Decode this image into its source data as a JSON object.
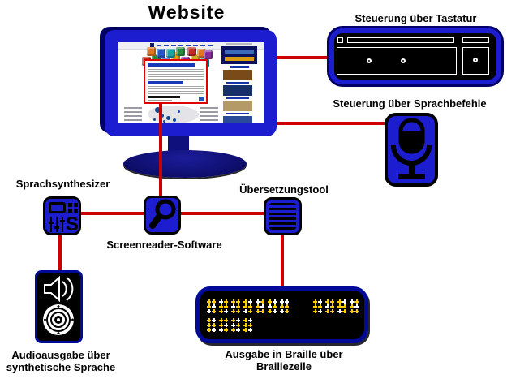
{
  "title": "Website",
  "colors": {
    "blue": "#1d1dd0",
    "navy": "#000066",
    "navy2": "#000a99",
    "red": "#cc0000",
    "yellow": "#ffcc00"
  },
  "nodes": {
    "keyboard": {
      "label": "Steuerung über Tastatur"
    },
    "voice": {
      "label": "Steuerung über Sprachbefehle"
    },
    "synth": {
      "label": "Sprachsynthesizer",
      "letter": "S"
    },
    "screenreader": {
      "label": "Screenreader-Software"
    },
    "translation": {
      "label": "Übersetzungstool"
    },
    "audio": {
      "label_line1": "Audioausgabe über",
      "label_line2": "synthetische Sprache"
    },
    "braille": {
      "label_line1": "Ausgabe in Braille über",
      "label_line2": "Braillezeile",
      "row1_group1": [
        "yyywwy",
        "wyyyyw",
        "yywyyy",
        "ywyywy",
        "wyywyy",
        "ywwyyw",
        "wwyywy"
      ],
      "row1_group2": [
        "ywyyyw",
        "yywyyy",
        "ywyywy",
        "wyywyy"
      ],
      "row2": [
        "ywyyyw",
        "yyywwy",
        "ywwyyw",
        "ywyyyw"
      ]
    }
  },
  "website": {
    "cube_colors": [
      "#c22a22",
      "#2a8c3a",
      "#2457c8",
      "#e2a010",
      "#8a2aa0",
      "#c8b020",
      "#18a0a8",
      "#e07820",
      "#2457c8",
      "#2a8c3a",
      "#c22a22",
      "#e07820",
      "#18a0a8",
      "#8a2aa0"
    ],
    "thumb_colors": [
      "#7a4a18",
      "#16306a",
      "#b39a66",
      "#2a4a9a",
      "#6a4520"
    ]
  }
}
